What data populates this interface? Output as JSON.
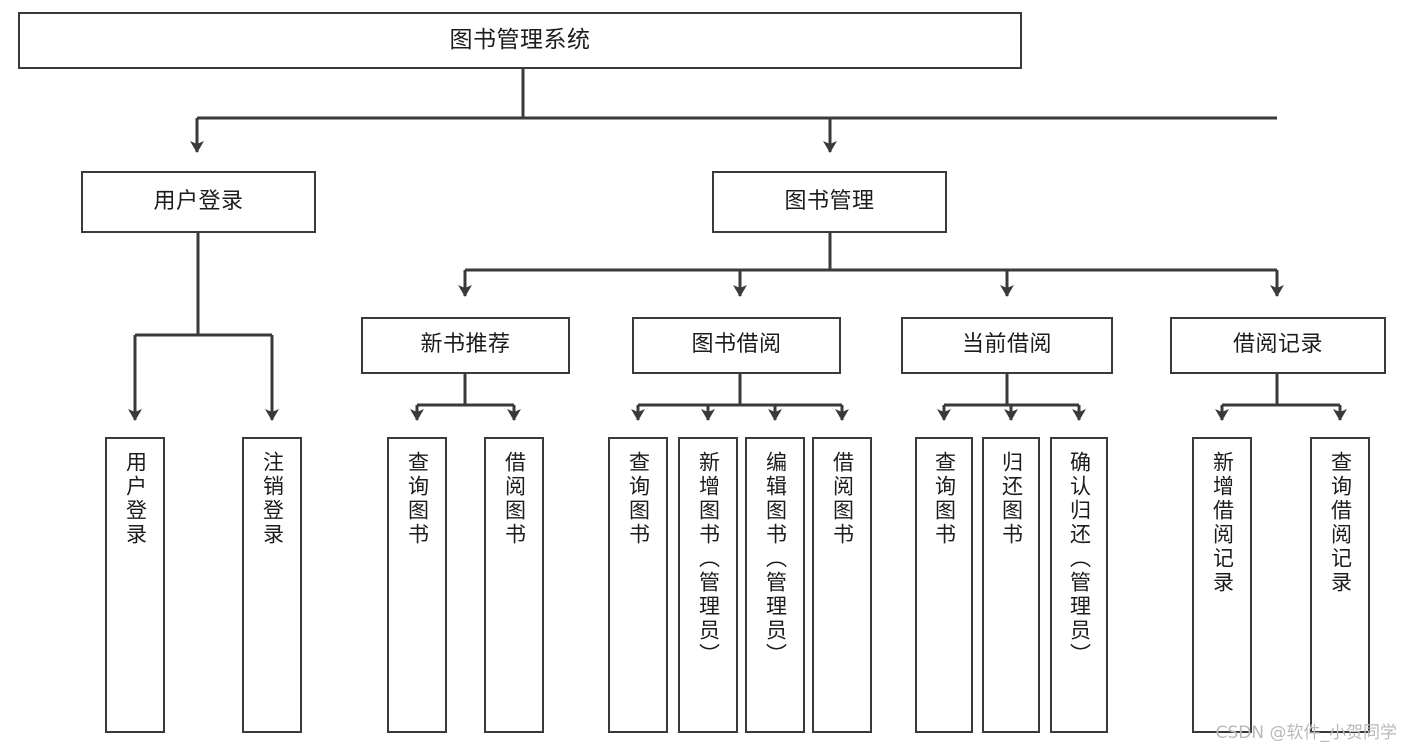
{
  "diagram": {
    "title": "图书管理系统",
    "type": "tree",
    "orientation": "top-down",
    "style": {
      "box_border_color": "#3a3a3a",
      "box_fill_color": "#ffffff",
      "connector_color": "#3a3a3a",
      "background_color": "#ffffff",
      "text_color": "#1c1c1c"
    },
    "root": {
      "id": "root",
      "label": "图书管理系统",
      "text_direction": "horizontal"
    },
    "level2": [
      {
        "id": "user-login",
        "label": "用户登录",
        "text_direction": "horizontal"
      },
      {
        "id": "book-management",
        "label": "图书管理",
        "text_direction": "horizontal"
      }
    ],
    "level3": [
      {
        "id": "new-book-recommend",
        "label": "新书推荐",
        "parent": "book-management",
        "text_direction": "horizontal"
      },
      {
        "id": "book-borrow",
        "label": "图书借阅",
        "parent": "book-management",
        "text_direction": "horizontal"
      },
      {
        "id": "current-borrow",
        "label": "当前借阅",
        "parent": "book-management",
        "text_direction": "horizontal"
      },
      {
        "id": "borrow-record",
        "label": "借阅记录",
        "parent": "book-management",
        "text_direction": "horizontal"
      }
    ],
    "leaves": [
      {
        "id": "leaf-user-login",
        "label": "用户登录",
        "parent": "user-login",
        "text_direction": "vertical"
      },
      {
        "id": "leaf-logout",
        "label": "注销登录",
        "parent": "user-login",
        "text_direction": "vertical"
      },
      {
        "id": "leaf-query-book-1",
        "label": "查询图书",
        "parent": "new-book-recommend",
        "text_direction": "vertical"
      },
      {
        "id": "leaf-borrow-book-1",
        "label": "借阅图书",
        "parent": "new-book-recommend",
        "text_direction": "vertical"
      },
      {
        "id": "leaf-query-book-2",
        "label": "查询图书",
        "parent": "book-borrow",
        "text_direction": "vertical"
      },
      {
        "id": "leaf-add-book",
        "label": "新增图书（管理员）",
        "parent": "book-borrow",
        "text_direction": "vertical"
      },
      {
        "id": "leaf-edit-book",
        "label": "编辑图书（管理员）",
        "parent": "book-borrow",
        "text_direction": "vertical"
      },
      {
        "id": "leaf-borrow-book-2",
        "label": "借阅图书",
        "parent": "book-borrow",
        "text_direction": "vertical"
      },
      {
        "id": "leaf-query-book-3",
        "label": "查询图书",
        "parent": "current-borrow",
        "text_direction": "vertical"
      },
      {
        "id": "leaf-return-book",
        "label": "归还图书",
        "parent": "current-borrow",
        "text_direction": "vertical"
      },
      {
        "id": "leaf-confirm-return",
        "label": "确认归还（管理员）",
        "parent": "current-borrow",
        "text_direction": "vertical"
      },
      {
        "id": "leaf-add-record",
        "label": "新增借阅记录",
        "parent": "borrow-record",
        "text_direction": "vertical"
      },
      {
        "id": "leaf-query-record",
        "label": "查询借阅记录",
        "parent": "borrow-record",
        "text_direction": "vertical"
      }
    ]
  },
  "watermark": {
    "text": "CSDN @软件_小贺同学"
  }
}
